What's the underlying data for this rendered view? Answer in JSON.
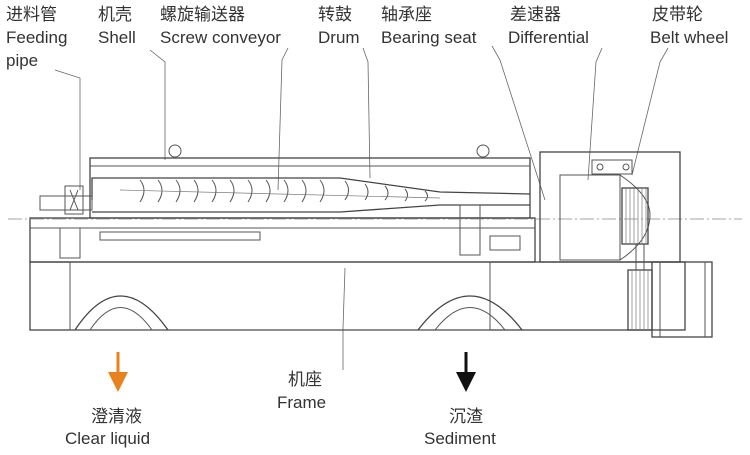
{
  "labels": {
    "feeding_pipe": {
      "zh": "进料管",
      "en1": "Feeding",
      "en2": "pipe"
    },
    "shell": {
      "zh": "机壳",
      "en": "Shell"
    },
    "screw_conveyor": {
      "zh": "螺旋输送器",
      "en": "Screw conveyor"
    },
    "drum": {
      "zh": "转鼓",
      "en": "Drum"
    },
    "bearing_seat": {
      "zh": "轴承座",
      "en": "Bearing seat"
    },
    "differential": {
      "zh": "差速器",
      "en": "Differential"
    },
    "belt_wheel": {
      "zh": "皮带轮",
      "en": "Belt wheel"
    },
    "frame": {
      "zh": "机座",
      "en": "Frame"
    },
    "clear_liquid": {
      "zh": "澄清液",
      "en": "Clear liquid"
    },
    "sediment": {
      "zh": "沉渣",
      "en": "Sediment"
    }
  },
  "colors": {
    "clear_liquid_arrow": "#E8821E",
    "sediment_arrow": "#111111",
    "line": "#555555",
    "text": "#333333"
  }
}
